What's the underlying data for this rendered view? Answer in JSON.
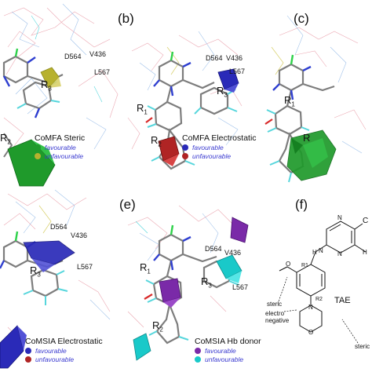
{
  "panels": {
    "a": {
      "legend_title": "CoMFA Steric",
      "legend_items": [
        {
          "label": "favourable",
          "color": "#1f9a2b"
        },
        {
          "label": "unfavourable",
          "color": "#b7b12e"
        }
      ],
      "residues": [
        "D564",
        "V436",
        "L567"
      ],
      "r_labels": {
        "r3": {
          "main": "R",
          "sub": "3"
        },
        "r2": {
          "main": "R",
          "sub": "2"
        }
      }
    },
    "b": {
      "tag": "(b)",
      "legend_title": "CoMFA Electrostatic",
      "legend_items": [
        {
          "label": "favourable",
          "color": "#2a2ab8"
        },
        {
          "label": "unfavourable",
          "color": "#b02424"
        }
      ],
      "residues": [
        "D564",
        "V436",
        "L567"
      ],
      "r_labels": {
        "r1": {
          "main": "R",
          "sub": "1"
        },
        "r2": {
          "main": "R",
          "sub": "2"
        },
        "r3": {
          "main": "R",
          "sub": "3"
        }
      }
    },
    "c": {
      "tag": "(c)",
      "r_labels": {
        "r1": {
          "main": "R",
          "sub": "1"
        },
        "r2": {
          "main": "R",
          "sub": ""
        }
      }
    },
    "d": {
      "legend_title": "CoMSIA Electrostatic",
      "legend_items": [
        {
          "label": "favourable",
          "color": "#2a2ab8"
        },
        {
          "label": "unfavourable",
          "color": "#b02424"
        }
      ],
      "residues": [
        "D564",
        "V436",
        "L567"
      ],
      "r_labels": {
        "r3": {
          "main": "R",
          "sub": "3"
        }
      }
    },
    "e": {
      "tag": "(e)",
      "legend_title": "CoMSIA Hb donor",
      "legend_items": [
        {
          "label": "favourable",
          "color": "#7a2aa8"
        },
        {
          "label": "unfavourable",
          "color": "#19c9c9"
        }
      ],
      "residues": [
        "D564",
        "V436",
        "L567"
      ],
      "r_labels": {
        "r1": {
          "main": "R",
          "sub": "1"
        },
        "r2": {
          "main": "R",
          "sub": "2"
        },
        "r3": {
          "main": "R",
          "sub": "3"
        }
      }
    },
    "f": {
      "tag": "(f)",
      "atoms": {
        "c": "C",
        "n1": "N",
        "n2": "N",
        "n3": "N",
        "hn1": "H",
        "hn2": "H",
        "o": "O",
        "n_ring": "N",
        "o_ring": "O",
        "r1": "R1",
        "r2": "R2"
      },
      "tae": "TAE",
      "annotations": {
        "steric": "steric",
        "electro": "electro",
        "negative": "negative",
        "steric_right": "steric"
      }
    }
  },
  "colors": {
    "wire_pink": "#e89aa6",
    "wire_blue": "#8fb7e6",
    "wire_cyan": "#56d6dc",
    "wire_yellow": "#d8d06a",
    "mol_gray": "#7d7d7d",
    "mol_blue": "#2f3fd0",
    "mol_green": "#2ed24a",
    "mol_red": "#d82a2a"
  }
}
